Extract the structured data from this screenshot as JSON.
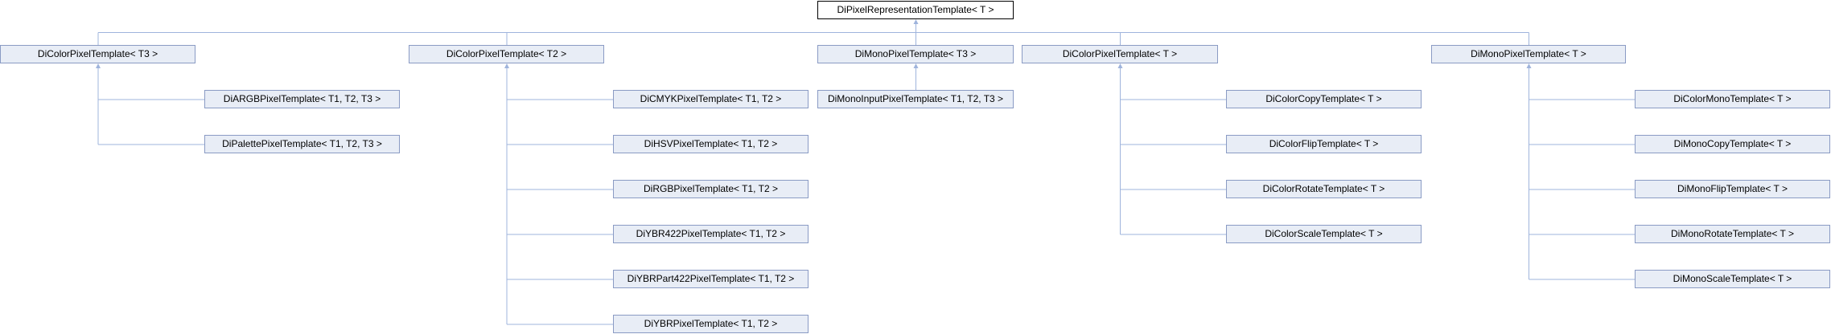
{
  "diagram": {
    "type": "class-inheritance",
    "colors": {
      "edge": "#9fb4dc",
      "node_fill": "#e8edf6",
      "node_border": "#8a9bc4",
      "root_border": "#000000"
    },
    "nodes": {
      "root": "DiPixelRepresentationTemplate< T >",
      "color_t3": "DiColorPixelTemplate< T3 >",
      "color_t2": "DiColorPixelTemplate< T2 >",
      "mono_t3": "DiMonoPixelTemplate< T3 >",
      "color_t": "DiColorPixelTemplate< T >",
      "mono_t": "DiMonoPixelTemplate< T >",
      "argb": "DiARGBPixelTemplate< T1, T2, T3 >",
      "palette": "DiPalettePixelTemplate< T1, T2, T3 >",
      "cmyk": "DiCMYKPixelTemplate< T1, T2 >",
      "hsv": "DiHSVPixelTemplate< T1, T2 >",
      "rgb": "DiRGBPixelTemplate< T1, T2 >",
      "ybr422": "DiYBR422PixelTemplate< T1, T2 >",
      "ybrpart422": "DiYBRPart422PixelTemplate< T1, T2 >",
      "ybr": "DiYBRPixelTemplate< T1, T2 >",
      "monoinput": "DiMonoInputPixelTemplate< T1, T2, T3 >",
      "colorcopy": "DiColorCopyTemplate< T >",
      "colorflip": "DiColorFlipTemplate< T >",
      "colorrotate": "DiColorRotateTemplate< T >",
      "colorscale": "DiColorScaleTemplate< T >",
      "colormono": "DiColorMonoTemplate< T >",
      "monocopy": "DiMonoCopyTemplate< T >",
      "monoflip": "DiMonoFlipTemplate< T >",
      "monorotate": "DiMonoRotateTemplate< T >",
      "monoscale": "DiMonoScaleTemplate< T >"
    },
    "edges": [
      [
        "color_t3",
        "root"
      ],
      [
        "color_t2",
        "root"
      ],
      [
        "mono_t3",
        "root"
      ],
      [
        "color_t",
        "root"
      ],
      [
        "mono_t",
        "root"
      ],
      [
        "argb",
        "color_t3"
      ],
      [
        "palette",
        "color_t3"
      ],
      [
        "cmyk",
        "color_t2"
      ],
      [
        "hsv",
        "color_t2"
      ],
      [
        "rgb",
        "color_t2"
      ],
      [
        "ybr422",
        "color_t2"
      ],
      [
        "ybrpart422",
        "color_t2"
      ],
      [
        "ybr",
        "color_t2"
      ],
      [
        "monoinput",
        "mono_t3"
      ],
      [
        "colorcopy",
        "color_t"
      ],
      [
        "colorflip",
        "color_t"
      ],
      [
        "colorrotate",
        "color_t"
      ],
      [
        "colorscale",
        "color_t"
      ],
      [
        "colormono",
        "mono_t"
      ],
      [
        "monocopy",
        "mono_t"
      ],
      [
        "monoflip",
        "mono_t"
      ],
      [
        "monorotate",
        "mono_t"
      ],
      [
        "monoscale",
        "mono_t"
      ]
    ]
  }
}
